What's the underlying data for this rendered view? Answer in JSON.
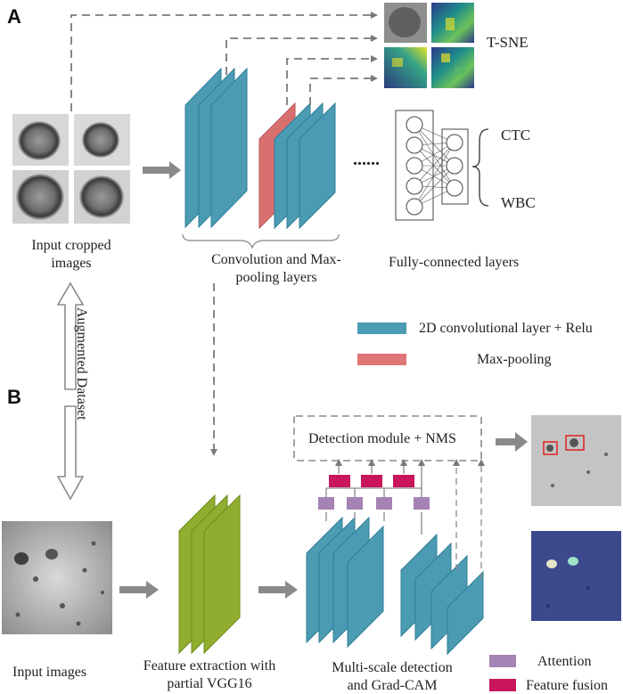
{
  "panels": {
    "a": "A",
    "b": "B"
  },
  "panel_a": {
    "tsne_label": "T-SNE",
    "input_caption_line1": "Input cropped",
    "input_caption_line2": "images",
    "conv_caption_line1": "Convolution and Max-",
    "conv_caption_line2": "pooling layers",
    "ellipsis": "......",
    "fc_caption": "Fully-connected layers",
    "class_ctc": "CTC",
    "class_wbc": "WBC"
  },
  "legend_top": {
    "conv_relu": "2D convolutional layer + Relu",
    "maxpool": "Max-pooling"
  },
  "augment_label": "Augmented Dataset",
  "panel_b": {
    "detection_module": "Detection module + NMS",
    "input_caption": "Input  images",
    "vgg_caption_line1": "Feature extraction with",
    "vgg_caption_line2": "partial VGG16",
    "ms_caption_line1": "Multi-scale detection",
    "ms_caption_line2": "and Grad-CAM"
  },
  "legend_bottom": {
    "attention": "Attention",
    "feature_fusion": "Feature fusion"
  },
  "colors": {
    "conv": "#4b9bb3",
    "conv_edge": "#2f7e98",
    "maxpool": "#d97070",
    "vgg": "#8fae2f",
    "attention": "#a583b5",
    "fusion": "#c8155b",
    "arrow": "#8a8a8a",
    "heatmap_bg": "#2a4f7a"
  }
}
